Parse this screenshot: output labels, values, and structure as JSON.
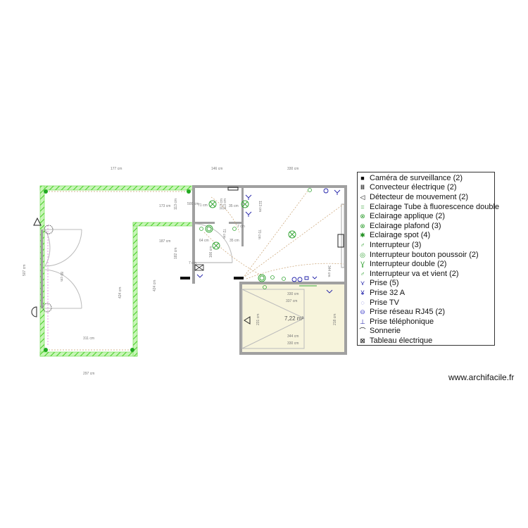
{
  "legend": [
    {
      "label": "Caméra de surveillance (2)",
      "icon": "camera-icon",
      "glyph": "■",
      "color": "#000000"
    },
    {
      "label": "Convecteur électrique (2)",
      "icon": "convector-icon",
      "glyph": "Ⅲ",
      "color": "#000000"
    },
    {
      "label": "Détecteur de mouvement (2)",
      "icon": "motion-detector-icon",
      "glyph": "◁",
      "color": "#000000"
    },
    {
      "label": "Eclairage Tube à fluorescence double",
      "icon": "fluorescent-tube-icon",
      "glyph": "=",
      "color": "#2e9e2e"
    },
    {
      "label": "Eclairage applique (2)",
      "icon": "wall-light-icon",
      "glyph": "⊗",
      "color": "#2e9e2e"
    },
    {
      "label": "Eclairage plafond (3)",
      "icon": "ceiling-light-icon",
      "glyph": "⊗",
      "color": "#2e9e2e"
    },
    {
      "label": "Eclairage spot (4)",
      "icon": "spot-light-icon",
      "glyph": "✱",
      "color": "#1f8f1f"
    },
    {
      "label": "Interrupteur (3)",
      "icon": "switch-icon",
      "glyph": "♂",
      "color": "#2e9e2e"
    },
    {
      "label": "Interrupteur bouton poussoir (2)",
      "icon": "push-button-icon",
      "glyph": "◎",
      "color": "#2e9e2e"
    },
    {
      "label": "Interrupteur double (2)",
      "icon": "double-switch-icon",
      "glyph": "Ɣ",
      "color": "#2e9e2e"
    },
    {
      "label": "Interrupteur va et vient (2)",
      "icon": "two-way-switch-icon",
      "glyph": "♂",
      "color": "#2e9e2e"
    },
    {
      "label": "Prise (5)",
      "icon": "outlet-icon",
      "glyph": "⋎",
      "color": "#2222aa"
    },
    {
      "label": "Prise 32 A",
      "icon": "outlet-32a-icon",
      "glyph": "¥",
      "color": "#2222aa"
    },
    {
      "label": "Prise TV",
      "icon": "tv-outlet-icon",
      "glyph": "◌",
      "color": "#4444cc"
    },
    {
      "label": "Prise réseau RJ45 (2)",
      "icon": "rj45-outlet-icon",
      "glyph": "⊖",
      "color": "#4444cc"
    },
    {
      "label": "Prise téléphonique",
      "icon": "phone-outlet-icon",
      "glyph": "⊥",
      "color": "#2222aa"
    },
    {
      "label": "Sonnerie",
      "icon": "bell-icon",
      "glyph": "⌒",
      "color": "#000000"
    },
    {
      "label": "Tableau électrique",
      "icon": "electrical-panel-icon",
      "glyph": "⊠",
      "color": "#000000"
    }
  ],
  "dimensions": {
    "top_left": "177 cm",
    "top_mid": "146 cm",
    "top_right": "330 cm",
    "bottom": "297 cm",
    "left_inner_bottom": "311 cm",
    "left_h1": "424 cm",
    "left_h2": "424 cm",
    "d187": "187 cm",
    "d173": "173 cm",
    "v113a": "113 cm",
    "v182": "182 cm",
    "d500": "500 cm",
    "d71": "71 cm",
    "v113b": "113 cm",
    "v113c": "113 cm",
    "d35a": "35 cm",
    "d64": "64 cm",
    "d35b": "35 cm",
    "v166": "166 cm",
    "v72": "72 cm",
    "d7a": "7 cm",
    "d7b": "7 cm",
    "v70": "70 cm",
    "v113d": "113 cm",
    "v344": "344 cm",
    "d330a": "330 cm",
    "d337": "337 cm",
    "v231": "231 cm",
    "area": "7,22 m²",
    "v218": "218 cm",
    "d344": "344 cm",
    "d330b": "330 cm",
    "v507": "507 cm",
    "v80": "80 cm"
  },
  "watermark": "www.archifacile.fr",
  "colors": {
    "green_wall": "#66dd44",
    "wall": "#a0a0a0",
    "room_fill": "#f7f4dc"
  }
}
